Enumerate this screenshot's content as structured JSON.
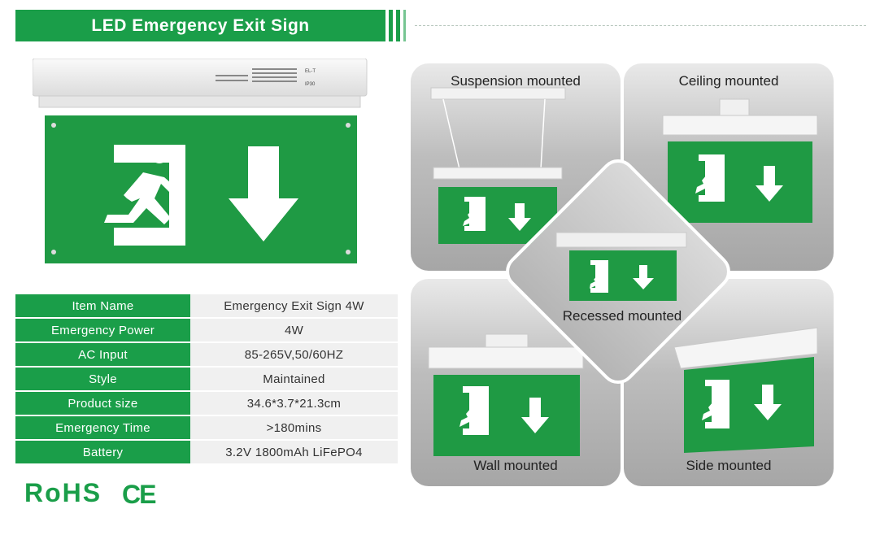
{
  "header": {
    "title": "LED Emergency Exit Sign"
  },
  "product": {
    "label_brand": "EL-T",
    "label_ip": "IP30"
  },
  "specs": [
    {
      "key": "Item Name",
      "value": "Emergency Exit Sign 4W"
    },
    {
      "key": "Emergency Power",
      "value": "4W"
    },
    {
      "key": "AC Input",
      "value": "85-265V,50/60HZ"
    },
    {
      "key": "Style",
      "value": "Maintained"
    },
    {
      "key": "Product size",
      "value": "34.6*3.7*21.3cm"
    },
    {
      "key": "Emergency Time",
      "value": ">180mins"
    },
    {
      "key": "Battery",
      "value": "3.2V 1800mAh LiFePO4"
    }
  ],
  "certs": {
    "rohs": "RoHS",
    "ce": "CE"
  },
  "mounts": {
    "suspension": "Suspension mounted",
    "ceiling": "Ceiling mounted",
    "recessed": "Recessed mounted",
    "wall": "Wall mounted",
    "side": "Side mounted"
  },
  "colors": {
    "brand_green": "#1a9e49",
    "sign_green": "#1f9a44"
  }
}
